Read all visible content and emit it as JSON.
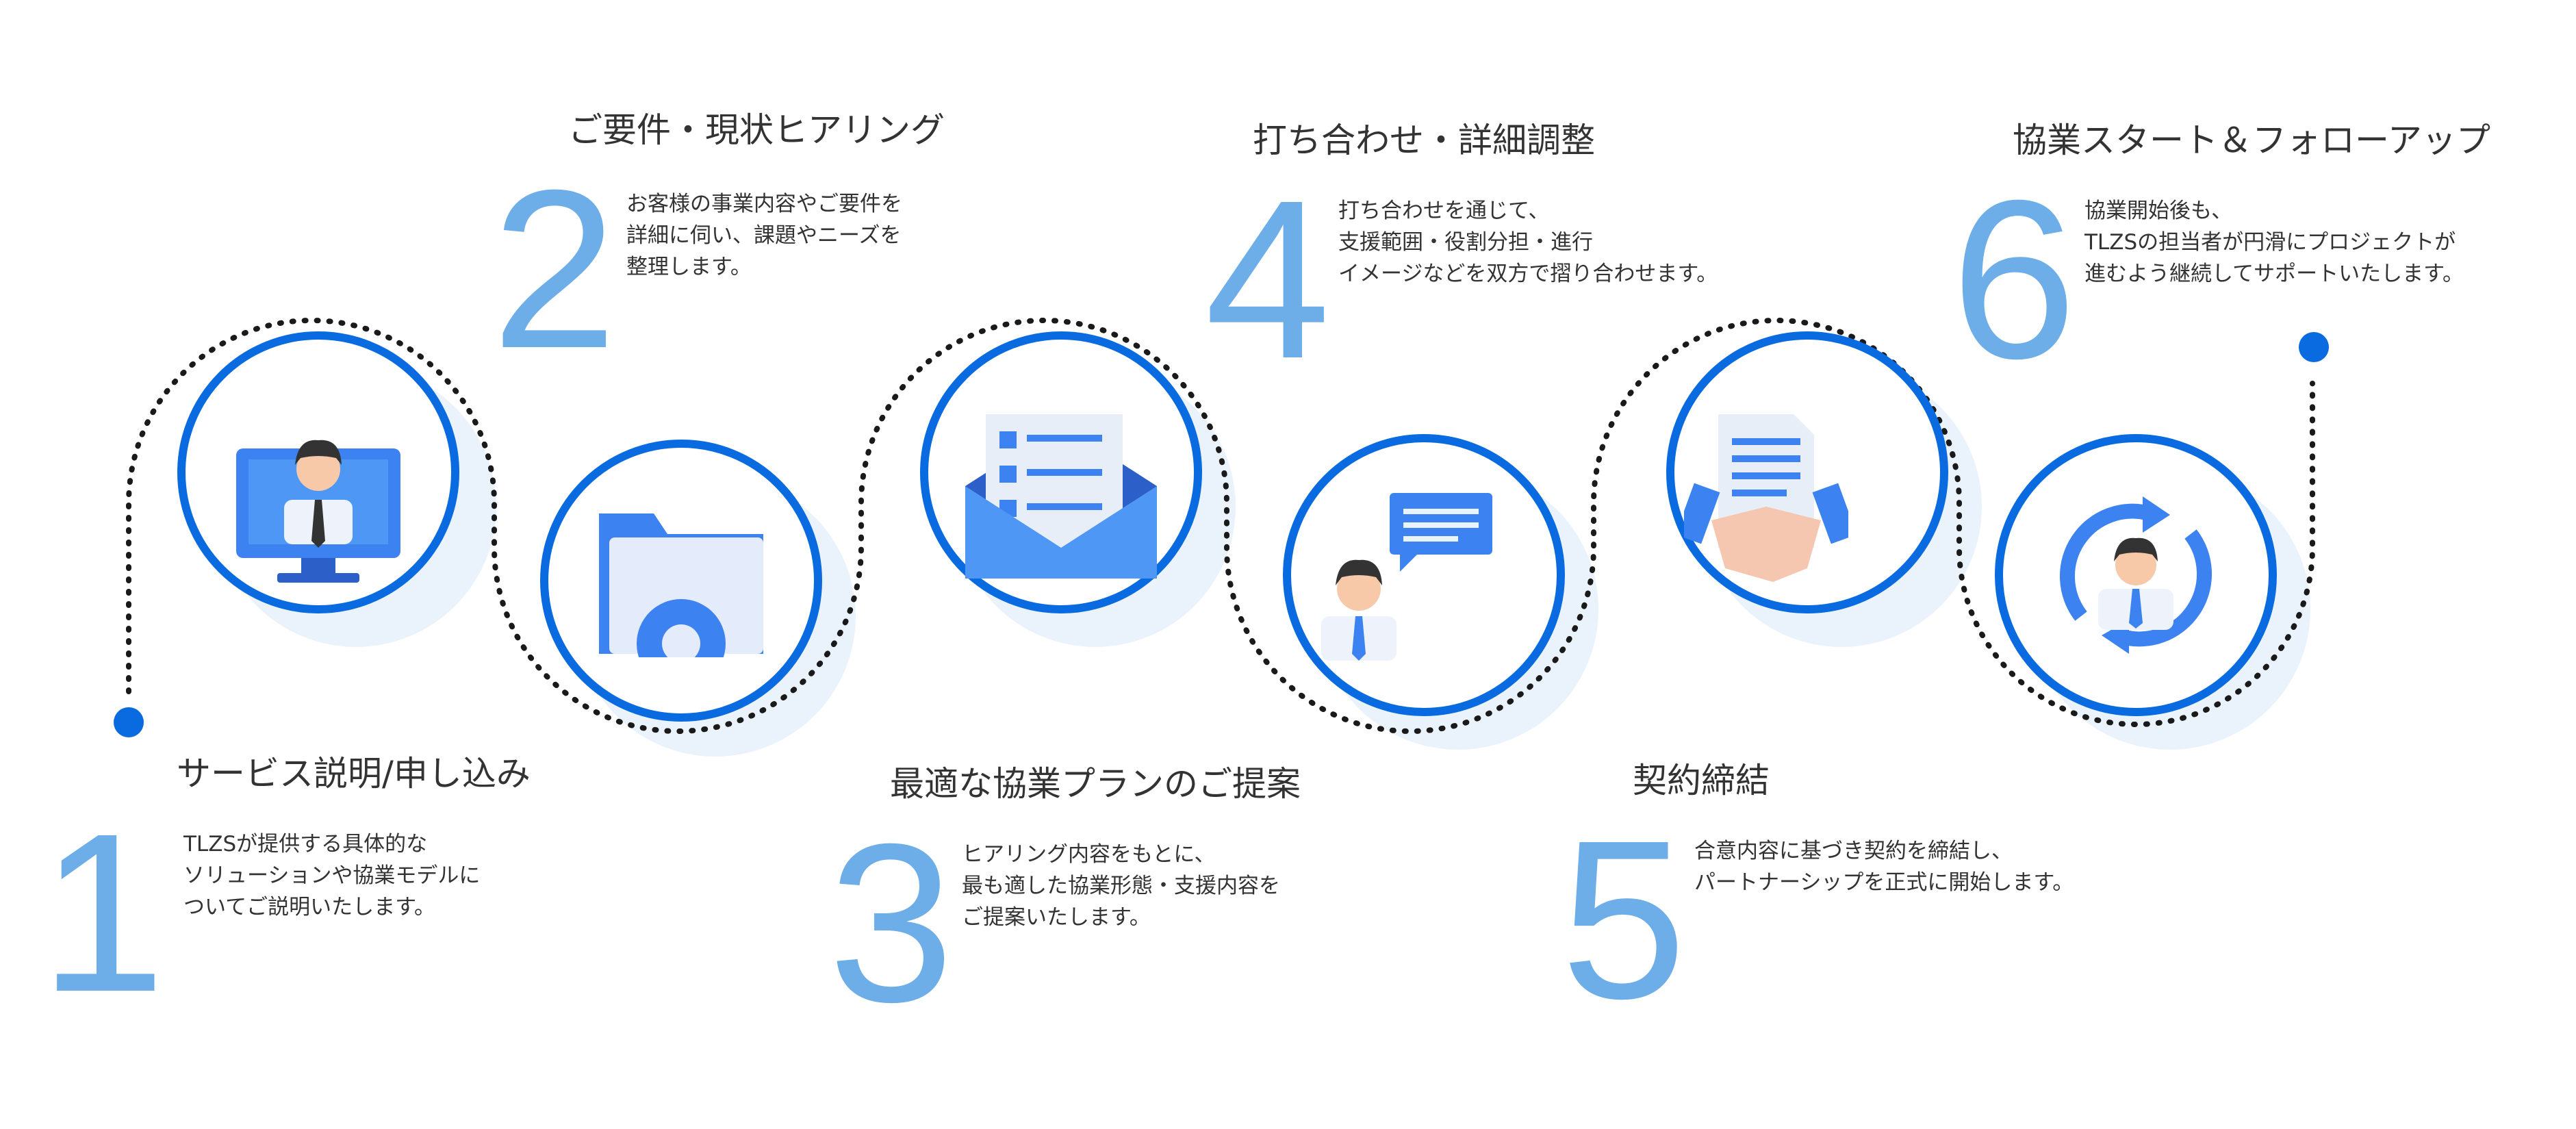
{
  "colors": {
    "ring": "#0a6be0",
    "numeral": "#6eaee8",
    "text": "#333333",
    "path": "#1a1a1a",
    "shadow": "#eaf3fb"
  },
  "steps": [
    {
      "number": "1",
      "title": "サービス説明/申し込み",
      "desc": [
        "TLZSが提供する具体的な",
        "ソリューションや協業モデルに",
        "ついてご説明いたします。"
      ],
      "icon": "video-call-person-icon"
    },
    {
      "number": "2",
      "title": "ご要件・現状ヒアリング",
      "desc": [
        "お客様の事業内容やご要件を",
        "詳細に伺い、課題やニーズを",
        "整理します。"
      ],
      "icon": "folder-gear-icon"
    },
    {
      "number": "3",
      "title": "最適な協業プランのご提案",
      "desc": [
        "ヒアリング内容をもとに、",
        "最も適した協業形態・支援内容を",
        "ご提案いたします。"
      ],
      "icon": "envelope-checklist-icon"
    },
    {
      "number": "4",
      "title": "打ち合わせ・詳細調整",
      "desc": [
        "打ち合わせを通じて、",
        "支援範囲・役割分担・進行",
        "イメージなどを双方で摺り合わせます。"
      ],
      "icon": "person-chat-icon"
    },
    {
      "number": "5",
      "title": "契約締結",
      "desc": [
        "合意内容に基づき契約を締結し、",
        "パートナーシップを正式に開始します。"
      ],
      "icon": "handshake-contract-icon"
    },
    {
      "number": "6",
      "title": "協業スタート＆フォローアップ",
      "desc": [
        "協業開始後も、",
        "TLZSの担当者が円滑にプロジェクトが",
        "進むよう継続してサポートいたします。"
      ],
      "icon": "person-cycle-icon"
    }
  ]
}
